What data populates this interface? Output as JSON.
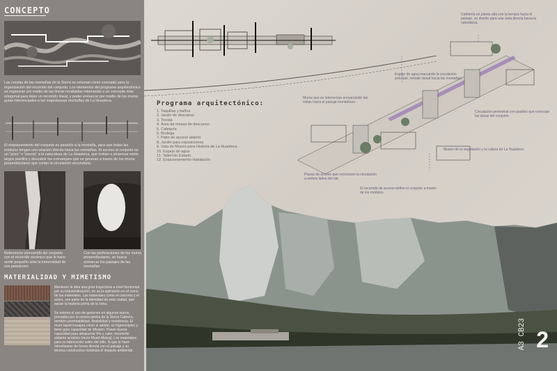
{
  "concept": {
    "title": "CONCEPTO",
    "text": "Las crestas de las montañas de la Sierra se retoman como concepto para la organización del recorrido del conjunto. Los elementos del programa arquitectónico se organizan por medio de las líneas recabadas retomando a un concepto más ortogonal para dejar un recorrido lineal, y poder enmarcar por medio de los muros guías referenciados a las majestuosas montañas de La Huasteca.",
    "text2": "El emplazamiento del conjunto es paralelo a la montaña, para que todas las módulos tengan una relación directa hacia las montañas. El acceso al conjunto es un \"pozo\" o \"puerta\" a la naturaleza de La Huasteca, que invitan a atravesar estos largos pasillos y descubrir los enmarques que se generan a través de los muros perpendiculares que cortan la circulación secundaria."
  },
  "photos": {
    "caption_left": "Referenciar elrecorrido del conjunto con el recorrido escénico que le hace sentir pequeño ante la inmensidad de sus paredones",
    "caption_right": "Con las perforaciones de los muros perpendiculares, se busca enmarcar los paisajes de las montañas"
  },
  "materiality": {
    "title": "MATERIALIDAD Y MIMETISMO",
    "text": "Mantener la idea una gran trayectoria a nivel horizontal por su industrialización; en as la aplicación en el cemo de las materiales. Las materiales como el concreto y el acero, son parte de la identidad de esta ciudad, que sacan la materia prima de la zona.",
    "text2": "Se retoma el uso de gaviones en algunos muros, prooados por la misma piedra de la Sierra Cabrera, también permeabilidad, flexibilidad y resistencia. El muro tapial trasapra como el adobe, su higroscópico y tiene gran capacidad de difusión. Posee buena capacidad para almacenar frío y calor, excelente aislante acústico (muro Muret-Meleg). Los materiales para su fabricación salen del sitio, lo que le hace mimetizarse de forma directa con el paisaje y su técnica constructiva minimiza el impacto ambiental."
  },
  "program": {
    "title": "Programa arquitectónico:",
    "items": [
      "1. Taquillas y baños",
      "2. Jardín de descanso",
      "3. Tienda",
      "4. Área de mesas de descanso",
      "5. Cafetería",
      "6. Bodega",
      "7. Patio de acceso abierto",
      "8. Jardín para exposiciones",
      "9. Sala de Museo para Historia de La Huasteca",
      "10. Espejo de agua",
      "11. Tallercito Estado",
      "12. Estacionamiento Habitación"
    ]
  },
  "notes": [
    "Cafetería en planta alta con la terraza hacia el paisaje, un diseño para una vista directa hacia la naturaleza.",
    "Espejo de agua marcando la circulación principal, remate visual hacia las montañas.",
    "Muros que se intersectan enmarcando las vistas hacia el paisaje montañoso.",
    "Circulación perimetral con pasillos que conectan las áreas del conjunto.",
    "Plazas de acceso que reconocen la circulación a ambos lados del eje.",
    "Museo de la vegetación y la cultura de La Huasteca.",
    "El recorrido de acceso define el conjunto a través de los módulos."
  ],
  "sheet": {
    "code": "A3 CB23",
    "number": "2"
  },
  "colors": {
    "panel": "#8b8581",
    "accent": "#7b4fa0",
    "background": "#d8d3cc"
  }
}
